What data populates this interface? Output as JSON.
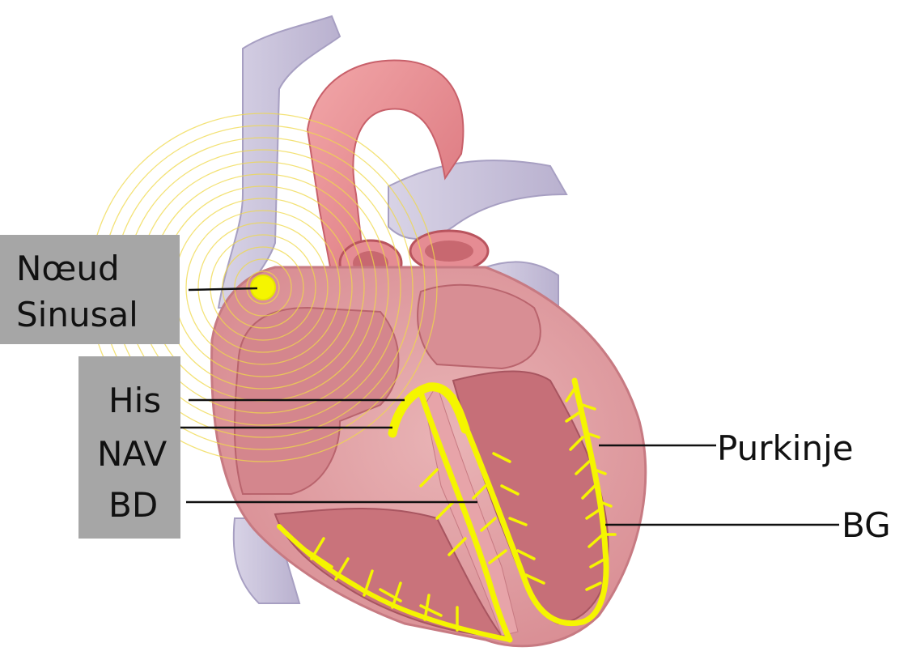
{
  "labels": {
    "noeud_line1": "Nœud",
    "noeud_line2": "Sinusal",
    "his": "His",
    "nav": "NAV",
    "bd": "BD",
    "purkinje": "Purkinje",
    "bg": "BG"
  },
  "colors": {
    "label_box": "#a6a6a6",
    "conduction": "#f5f500",
    "myocardium": "#e89aa0",
    "vessel": "#c9c3dc",
    "leader": "#111111"
  }
}
